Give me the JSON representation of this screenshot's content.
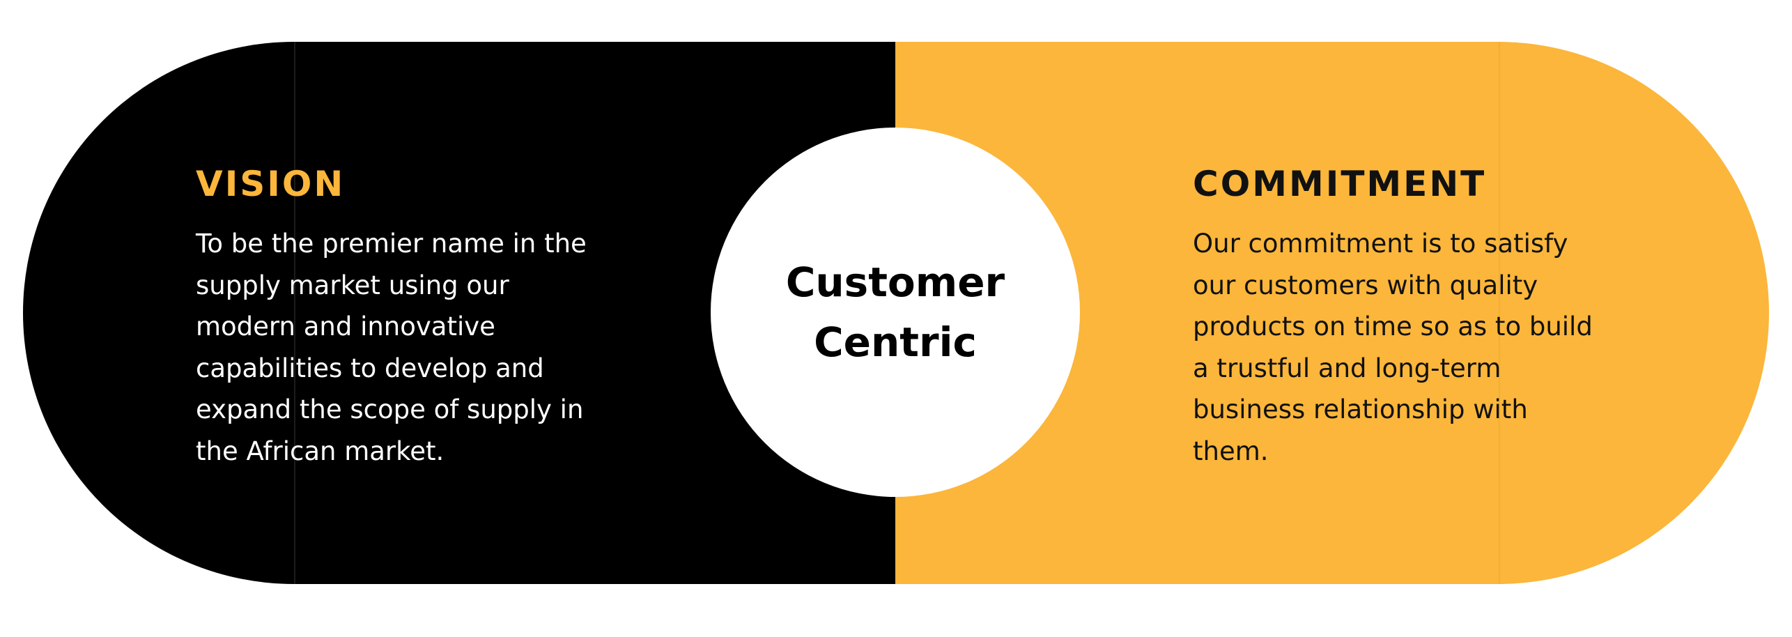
{
  "center": {
    "line1": "Customer",
    "line2": "Centric"
  },
  "vision": {
    "heading": "VISION",
    "lines": [
      "To be the premier name in the",
      "supply market using our",
      "modern and innovative",
      "capabilities to develop and",
      "expand the scope of supply in",
      "the African market."
    ]
  },
  "commitment": {
    "heading": "COMMITMENT",
    "lines": [
      "Our commitment is to satisfy",
      "our customers with quality",
      "products on time so as to build",
      "a trustful and long-term",
      "business relationship with",
      "them."
    ]
  },
  "colors": {
    "left_panel": "#000000",
    "right_panel": "#FBB63B",
    "accent": "#FBB63B",
    "circle": "#FFFFFF"
  }
}
